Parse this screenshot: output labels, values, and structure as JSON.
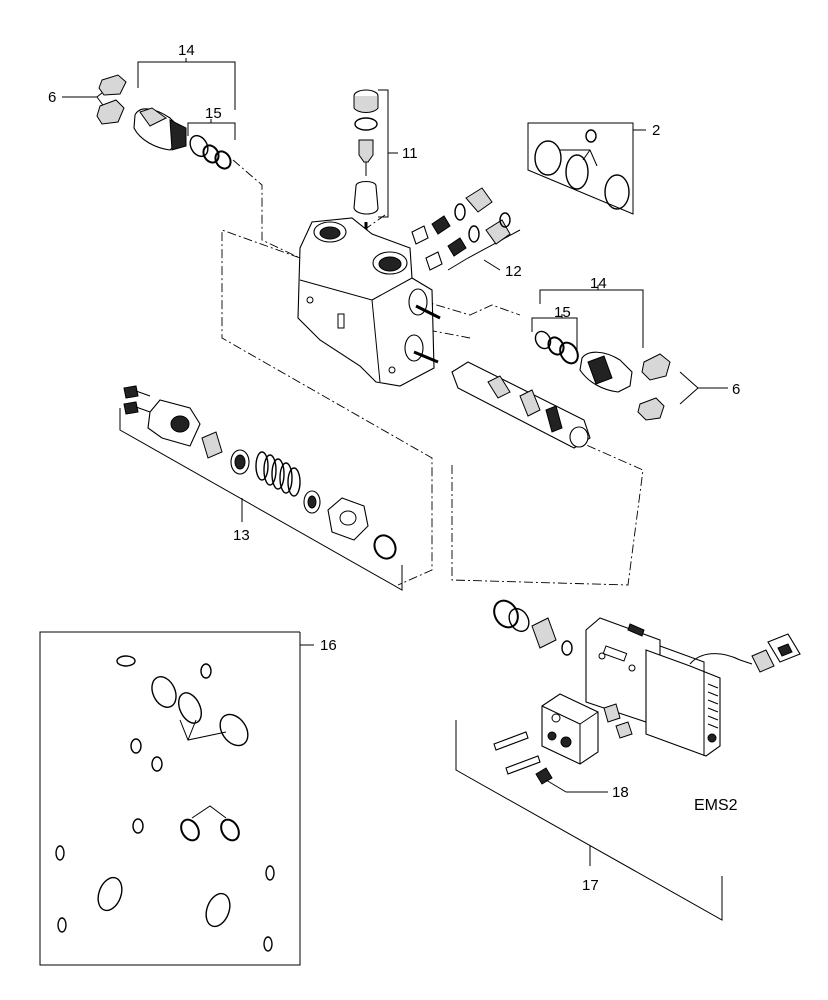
{
  "diagram": {
    "callouts": {
      "c14_top": "14",
      "c15_top": "15",
      "c6_left": "6",
      "c11": "11",
      "c2": "2",
      "c12": "12",
      "c14_right": "14",
      "c15_right": "15",
      "c6_right": "6",
      "c13": "13",
      "c16": "16",
      "c18": "18",
      "c17": "17",
      "ems": "EMS2"
    }
  }
}
